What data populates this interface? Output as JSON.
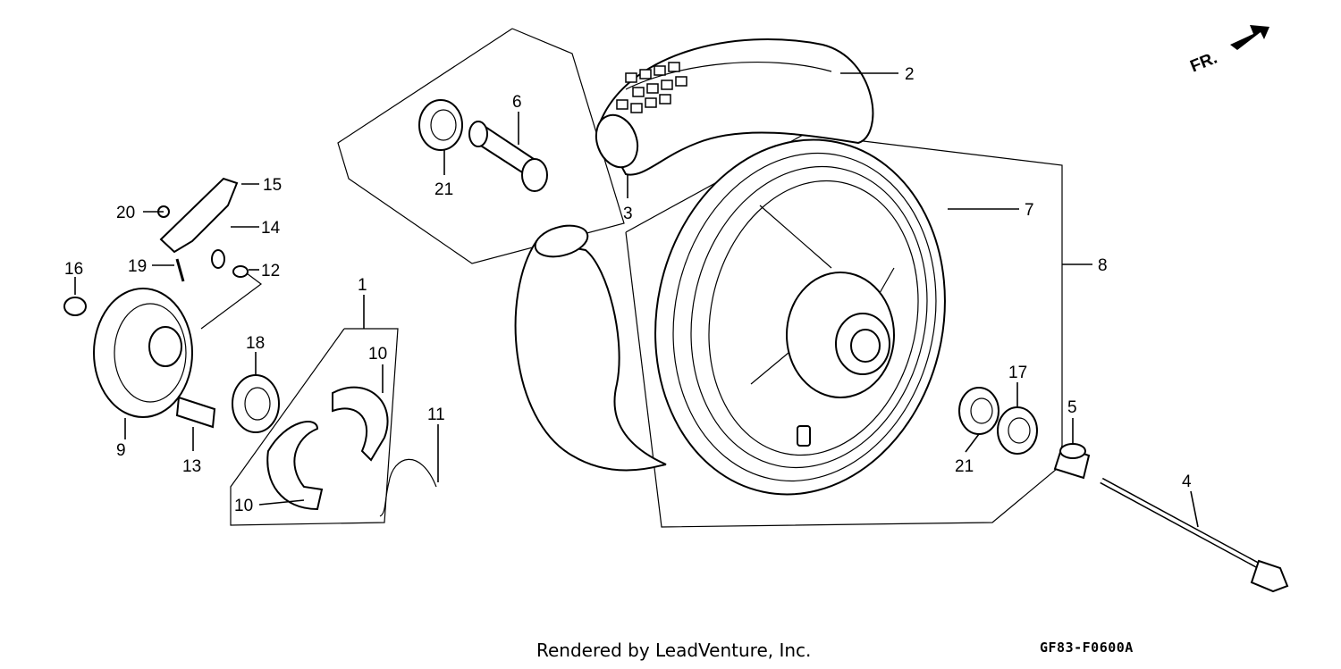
{
  "direction_label": "FR.",
  "callouts": {
    "c1": "1",
    "c2": "2",
    "c3": "3",
    "c4": "4",
    "c5": "5",
    "c6": "6",
    "c7": "7",
    "c8": "8",
    "c9": "9",
    "c10a": "10",
    "c10b": "10",
    "c11": "11",
    "c12": "12",
    "c13": "13",
    "c14": "14",
    "c15": "15",
    "c16": "16",
    "c17": "17",
    "c18": "18",
    "c19": "19",
    "c20": "20",
    "c21a": "21",
    "c21b": "21"
  },
  "footer": {
    "rendered_by": "Rendered by LeadVenture, Inc.",
    "diagram_code": "GF83-F0600A"
  }
}
